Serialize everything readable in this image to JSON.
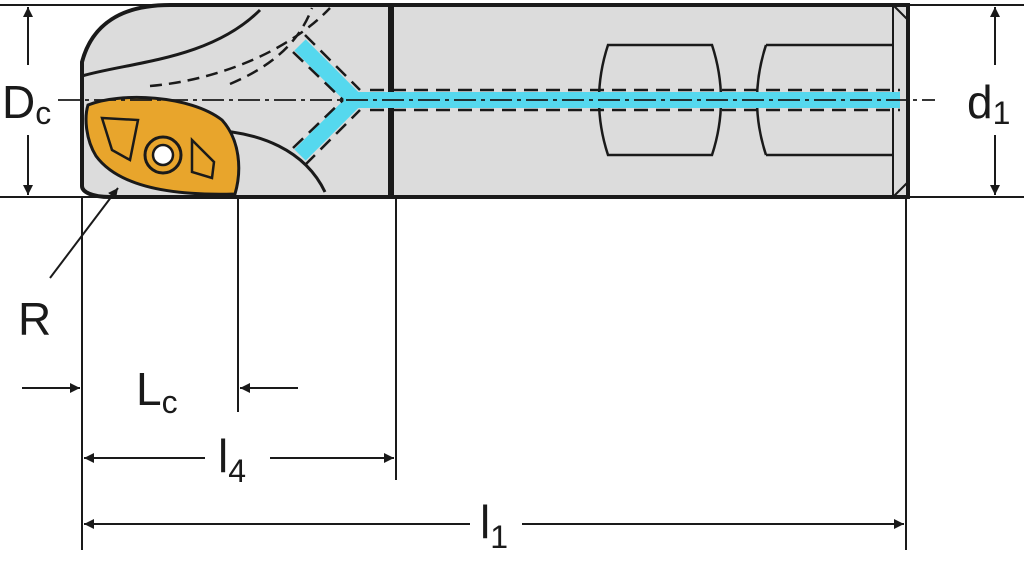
{
  "dimensions": {
    "Dc": {
      "main": "D",
      "sub": "c"
    },
    "d1": {
      "main": "d",
      "sub": "1"
    },
    "R": {
      "main": "R",
      "sub": ""
    },
    "Lc": {
      "main": "L",
      "sub": "c"
    },
    "l4": {
      "main": "l",
      "sub": "4"
    },
    "l1": {
      "main": "l",
      "sub": "1"
    }
  },
  "colors": {
    "line": "#1a1a1a",
    "body_fill": "#dcdcdc",
    "coolant": "#55d8ee",
    "insert": "#e8a52c"
  }
}
